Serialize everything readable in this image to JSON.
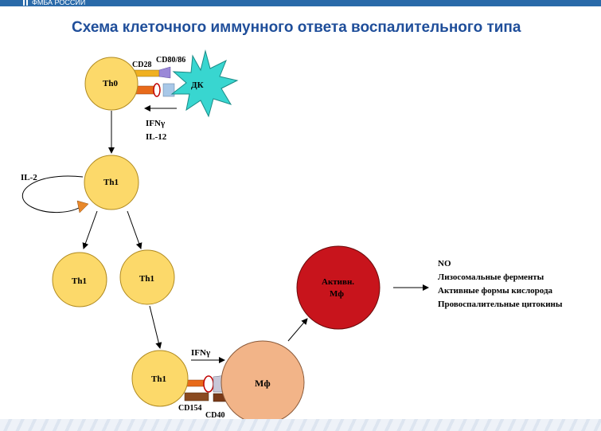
{
  "header": {
    "org": "ФМБА РОССИИ"
  },
  "title": "Схема клеточного иммунного ответа воспалительного типа",
  "cells": {
    "th0": "Th0",
    "dc": "ДК",
    "th1_a": "Th1",
    "th1_b": "Th1",
    "th1_c": "Th1",
    "th1_d": "Th1",
    "mf": "Мф",
    "act_mf_line1": "Активн.",
    "act_mf_line2": "Мф"
  },
  "labels": {
    "cd28": "CD28",
    "cd80_86": "CD80/86",
    "ifng_top": "IFNγ",
    "il12": "IL-12",
    "il2": "IL-2",
    "ifng_bottom": "IFNγ",
    "cd154": "CD154",
    "cd40": "CD40"
  },
  "products": [
    "NO",
    "Лизосомальные ферменты",
    "Активные формы кислорода",
    "Провоспалительные цитокины"
  ],
  "colors": {
    "th_cell": "#fcd96a",
    "th_stroke": "#b08a20",
    "dc": "#38d6d0",
    "mf": "#f2b488",
    "active_mf": "#c8141c",
    "title": "#1f4e9a",
    "header_bar": "#2a6aa9"
  }
}
